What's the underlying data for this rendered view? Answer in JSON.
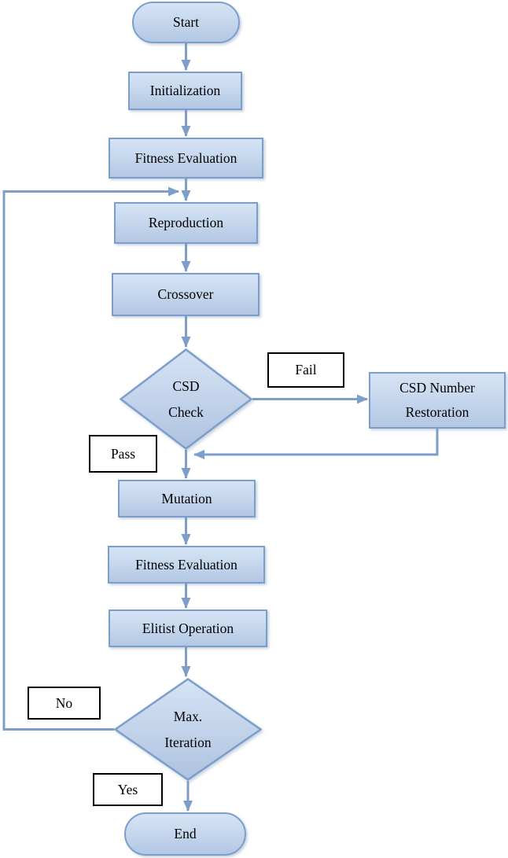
{
  "flowchart": {
    "nodes": {
      "start": {
        "label": "Start",
        "shape": "stadium"
      },
      "initialization": {
        "label": "Initialization",
        "shape": "rect"
      },
      "fitness_evaluation_1": {
        "label": "Fitness Evaluation",
        "shape": "rect"
      },
      "reproduction": {
        "label": "Reproduction",
        "shape": "rect"
      },
      "crossover": {
        "label": "Crossover",
        "shape": "rect"
      },
      "csd_check": {
        "line1": "CSD",
        "line2": "Check",
        "shape": "diamond"
      },
      "csd_number_restoration": {
        "line1": "CSD Number",
        "line2": "Restoration",
        "shape": "rect"
      },
      "mutation": {
        "label": "Mutation",
        "shape": "rect"
      },
      "fitness_evaluation_2": {
        "label": "Fitness Evaluation",
        "shape": "rect"
      },
      "elitist_operation": {
        "label": "Elitist Operation",
        "shape": "rect"
      },
      "max_iteration": {
        "line1": "Max.",
        "line2": "Iteration",
        "shape": "diamond"
      },
      "end": {
        "label": "End",
        "shape": "stadium"
      }
    },
    "edge_labels": {
      "fail": "Fail",
      "pass": "Pass",
      "no": "No",
      "yes": "Yes"
    },
    "edges": [
      {
        "from": "start",
        "to": "initialization"
      },
      {
        "from": "initialization",
        "to": "fitness_evaluation_1"
      },
      {
        "from": "fitness_evaluation_1",
        "to": "reproduction"
      },
      {
        "from": "reproduction",
        "to": "crossover"
      },
      {
        "from": "crossover",
        "to": "csd_check"
      },
      {
        "from": "csd_check",
        "to": "csd_number_restoration",
        "label": "Fail"
      },
      {
        "from": "csd_number_restoration",
        "to": "mutation"
      },
      {
        "from": "csd_check",
        "to": "mutation",
        "label": "Pass"
      },
      {
        "from": "mutation",
        "to": "fitness_evaluation_2"
      },
      {
        "from": "fitness_evaluation_2",
        "to": "elitist_operation"
      },
      {
        "from": "elitist_operation",
        "to": "max_iteration"
      },
      {
        "from": "max_iteration",
        "to": "reproduction",
        "label": "No"
      },
      {
        "from": "max_iteration",
        "to": "end",
        "label": "Yes"
      }
    ],
    "colors": {
      "node_fill_top": "#d6e3f4",
      "node_fill_bottom": "#b3c7e3",
      "node_border": "#7b9fcc",
      "connector": "#7d9ec9",
      "edge_label_background": "#ffffff",
      "edge_label_border": "#000000",
      "text": "#000000"
    }
  }
}
